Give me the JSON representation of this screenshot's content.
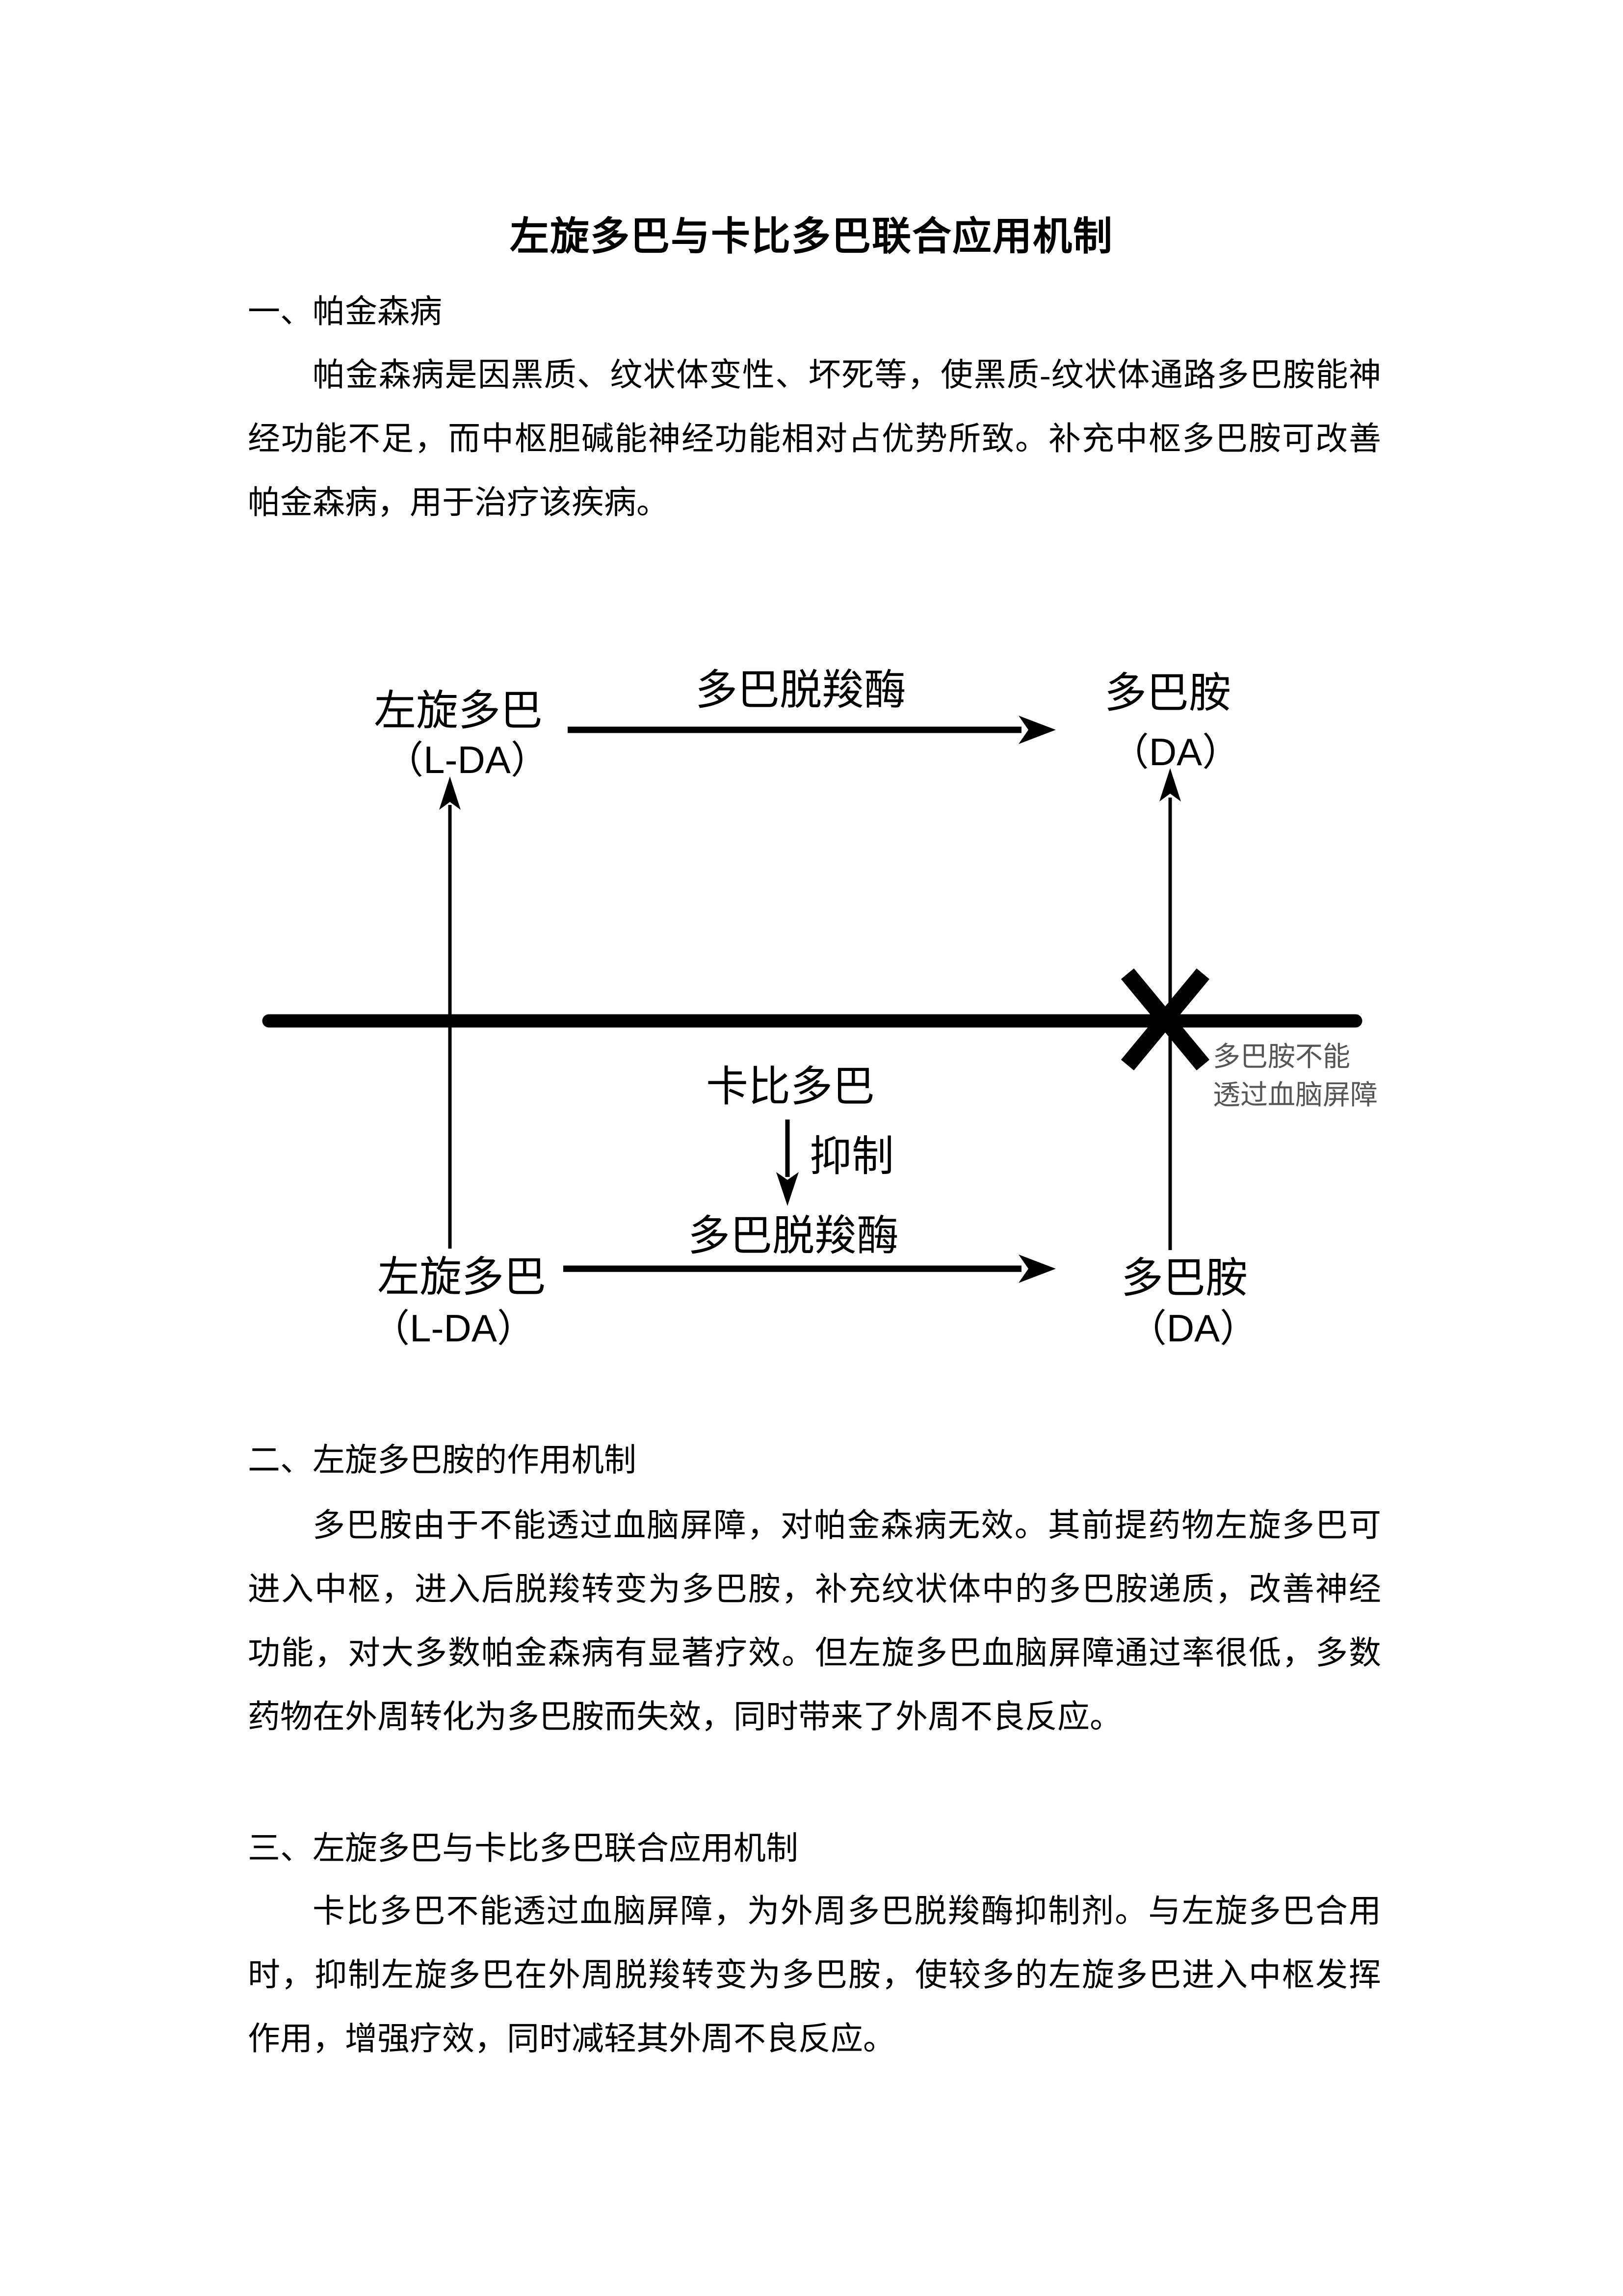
{
  "title": "左旋多巴与卡比多巴联合应用机制",
  "sections": [
    {
      "heading": "一、帕金森病",
      "lines": [
        "帕金森病是因黑质、纹状体变性、坏死等，使黑质-纹状体通路多巴胺能神",
        "经功能不足，而中枢胆碱能神经功能相对占优势所致。补充中枢多巴胺可改善",
        "帕金森病，用于治疗该疾病。"
      ]
    },
    {
      "heading": "二、左旋多巴胺的作用机制",
      "lines": [
        "多巴胺由于不能透过血脑屏障，对帕金森病无效。其前提药物左旋多巴可",
        "进入中枢，进入后脱羧转变为多巴胺，补充纹状体中的多巴胺递质，改善神经",
        "功能，对大多数帕金森病有显著疗效。但左旋多巴血脑屏障通过率很低，多数",
        "药物在外周转化为多巴胺而失效，同时带来了外周不良反应。"
      ]
    },
    {
      "heading": "三、左旋多巴与卡比多巴联合应用机制",
      "lines": [
        "卡比多巴不能透过血脑屏障，为外周多巴脱羧酶抑制剂。与左旋多巴合用",
        "时，抑制左旋多巴在外周脱羧转变为多巴胺，使较多的左旋多巴进入中枢发挥",
        "作用，增强疗效，同时减轻其外周不良反应。"
      ]
    }
  ],
  "diagram": {
    "top_pathway": {
      "substrate": "左旋多巴",
      "substrate_abbr": "（L-DA）",
      "enzyme": "多巴脱羧酶",
      "product": "多巴胺",
      "product_abbr": "（DA）"
    },
    "bottom_pathway": {
      "substrate": "左旋多巴",
      "substrate_abbr": "（L-DA）",
      "enzyme": "多巴脱羧酶",
      "product": "多巴胺",
      "product_abbr": "（DA）"
    },
    "inhibitor": "卡比多巴",
    "inhibit_arrow_label": "抑制",
    "barrier_note": {
      "line1": "多巴胺不能",
      "line2": "透过血脑屏障"
    },
    "colors": {
      "ink": "#000000",
      "note_gray": "#555555"
    }
  }
}
